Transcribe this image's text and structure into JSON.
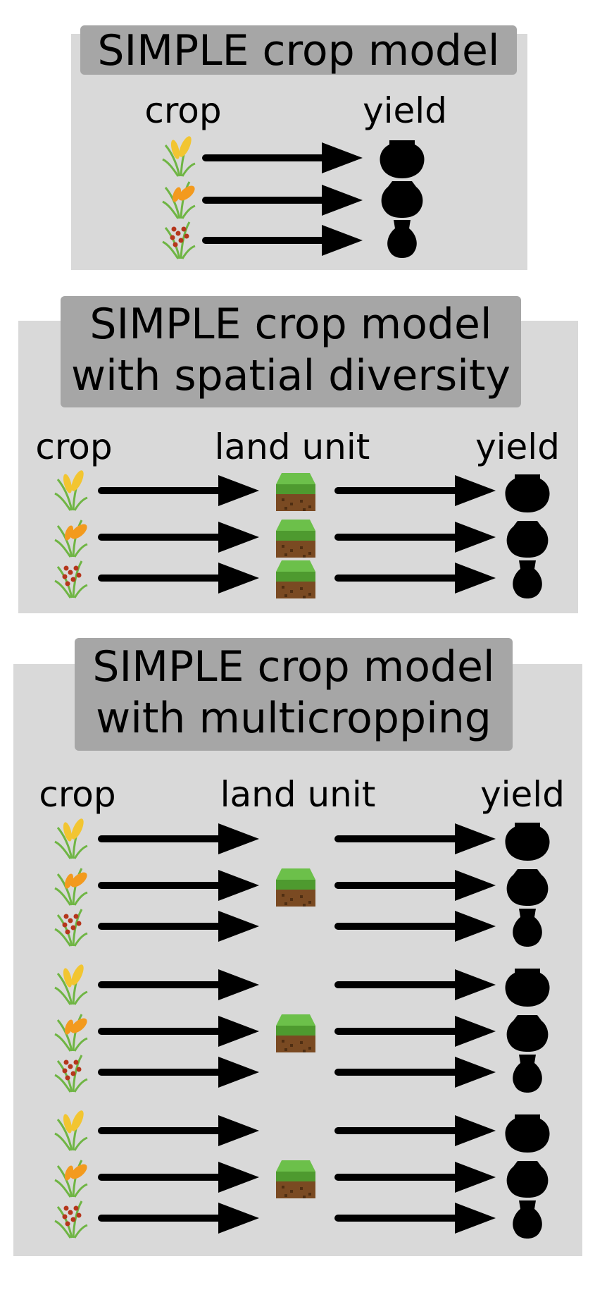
{
  "panels": [
    {
      "title_lines": [
        "SIMPLE crop model"
      ],
      "col_crop": "crop",
      "col_yield": "yield",
      "crop_icons": [
        "wheat-icon",
        "rice-icon",
        "sorghum-icon"
      ],
      "yield_icons": [
        "large-pot-icon",
        "medium-pot-icon",
        "small-vase-icon"
      ]
    },
    {
      "title_lines": [
        "SIMPLE crop model",
        "with spatial diversity"
      ],
      "col_crop": "crop",
      "col_land": "land unit",
      "col_yield": "yield",
      "crop_icons": [
        "wheat-icon",
        "rice-icon",
        "sorghum-icon"
      ],
      "land_icons": [
        "land-unit-icon",
        "land-unit-icon",
        "land-unit-icon"
      ],
      "yield_icons": [
        "large-pot-icon",
        "medium-pot-icon",
        "small-vase-icon"
      ]
    },
    {
      "title_lines": [
        "SIMPLE crop model",
        "with multicropping"
      ],
      "col_crop": "crop",
      "col_land": "land unit",
      "col_yield": "yield",
      "group_count": 3,
      "crop_icons": [
        "wheat-icon",
        "rice-icon",
        "sorghum-icon"
      ],
      "land_icons": [
        "land-unit-icon"
      ],
      "yield_icons": [
        "large-pot-icon",
        "medium-pot-icon",
        "small-vase-icon"
      ]
    }
  ],
  "colors": {
    "panel_bg": "#d9d9d9",
    "title_bg": "#a6a6a6",
    "arrow": "#000000",
    "grass": "#4e9a2f",
    "grass_top": "#6cc04a",
    "soil": "#7a4a22",
    "wheat": "#f2c531",
    "leaf": "#6fb544",
    "rice": "#f39a1e",
    "sorghum": "#b5361c"
  }
}
